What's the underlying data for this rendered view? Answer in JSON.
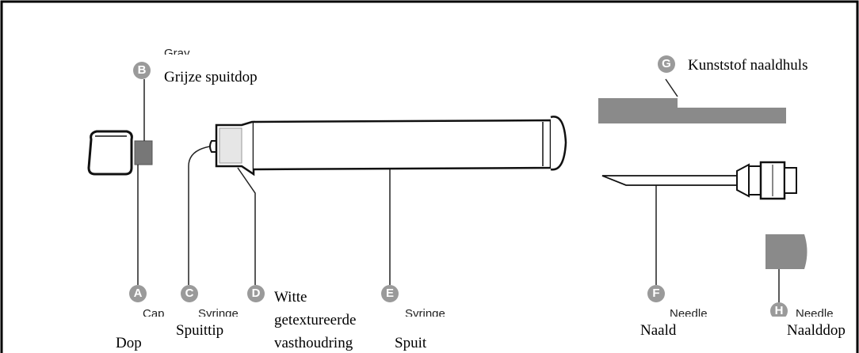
{
  "parts": {
    "A": {
      "letter": "A",
      "en": "Cap",
      "nl": "Dop"
    },
    "B": {
      "letter": "B",
      "en": "Gray",
      "nl": "Grijze spuitdop"
    },
    "C": {
      "letter": "C",
      "en": "Syringe",
      "nl": "Spuittip"
    },
    "D": {
      "letter": "D",
      "nl_1": "Witte",
      "nl_2": "getextureerde",
      "nl_3": "vasthoudring"
    },
    "E": {
      "letter": "E",
      "en": "Syringe",
      "nl": "Spuit"
    },
    "F": {
      "letter": "F",
      "en": "Needle",
      "nl": "Naald"
    },
    "G": {
      "letter": "G",
      "nl": "Kunststof naaldhuls"
    },
    "H": {
      "letter": "H",
      "en": "Needle",
      "nl": "Naalddop"
    }
  },
  "colors": {
    "part_gray": "#8a8a8a",
    "badge_gray": "#9a9a9a",
    "outline": "#111111",
    "frame": "#000000"
  }
}
